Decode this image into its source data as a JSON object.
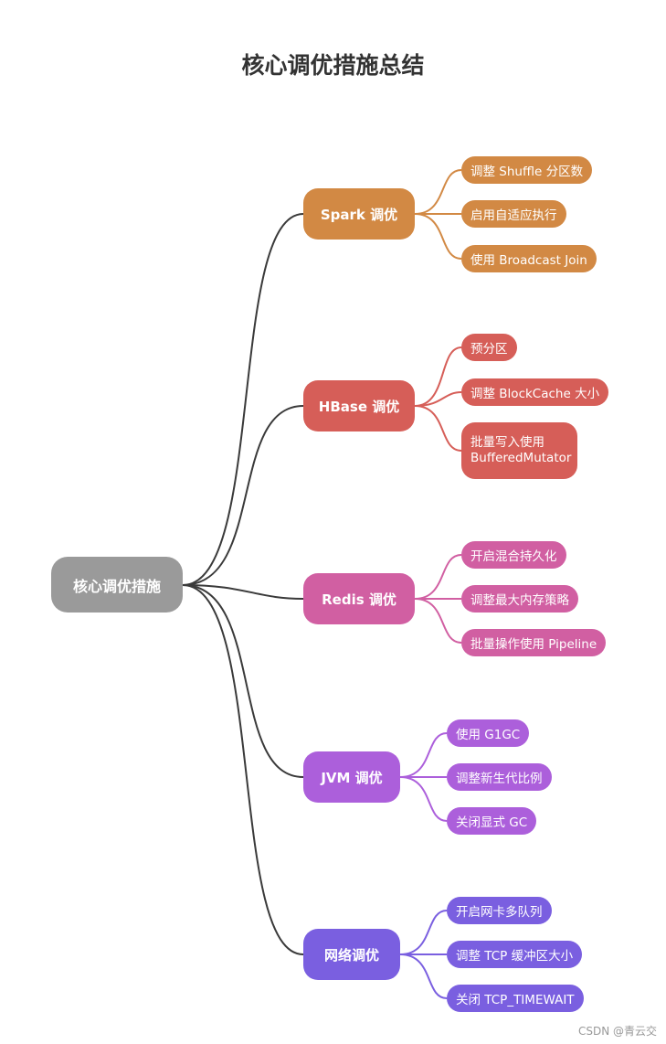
{
  "title": "核心调优措施总结",
  "root": {
    "label": "核心调优措施"
  },
  "branches": [
    {
      "label": "Spark 调优",
      "color": "#d28944",
      "leaves": [
        "调整 Shuffle 分区数",
        "启用自适应执行",
        "使用 Broadcast Join"
      ]
    },
    {
      "label": "HBase 调优",
      "color": "#d65e58",
      "leaves": [
        "预分区",
        "调整 BlockCache 大小",
        "批量写入使用",
        "BufferedMutator"
      ]
    },
    {
      "label": "Redis 调优",
      "color": "#d15fa2",
      "leaves": [
        "开启混合持久化",
        "调整最大内存策略",
        "批量操作使用 Pipeline"
      ]
    },
    {
      "label": "JVM 调优",
      "color": "#ac5fdb",
      "leaves": [
        "使用 G1GC",
        "调整新生代比例",
        "关闭显式 GC"
      ]
    },
    {
      "label": "网络调优",
      "color": "#7a5fe0",
      "leaves": [
        "开启网卡多队列",
        "调整 TCP 缓冲区大小",
        "关闭 TCP_TIMEWAIT"
      ]
    }
  ],
  "root_color": "#9a9a9a",
  "link_color": "#3a3a3a",
  "watermark": "CSDN @青云交"
}
